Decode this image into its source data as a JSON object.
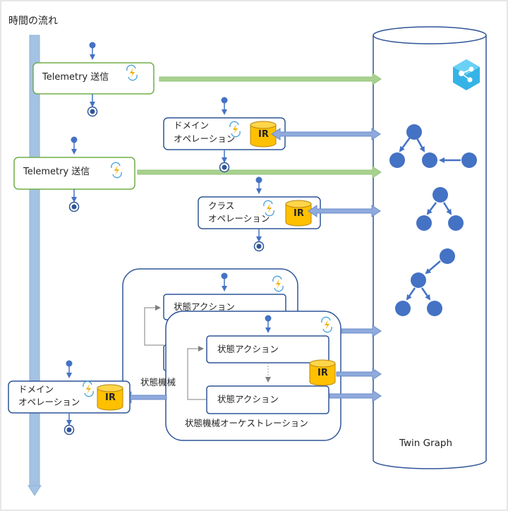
{
  "time_axis": {
    "title": "時間の流れ"
  },
  "store": {
    "label": "Twin Graph"
  },
  "telemetry_1": {
    "label": "Telemetry 送信"
  },
  "telemetry_2": {
    "label": "Telemetry 送信"
  },
  "domain_op_1": {
    "line1": "ドメイン",
    "line2": "オペレーション",
    "badge": "IR"
  },
  "class_op": {
    "line1": "クラス",
    "line2": "オペレーション",
    "badge": "IR"
  },
  "domain_op_2": {
    "line1": "ドメイン",
    "line2": "オペレーション",
    "badge": "IR"
  },
  "orchestration_back": {
    "action_label": "状態アクション",
    "title": "状態機械"
  },
  "orchestration_front": {
    "action_1": "状態アクション",
    "action_2": "状態アクション",
    "title": "状態機械オーケストレーション",
    "badge": "IR"
  },
  "colors": {
    "node": "#4472c4",
    "box_border": "#2f5597",
    "green_box_border": "#70ad47",
    "green_arrow": "#a9d18e",
    "blue_arrow": "#8faadc",
    "timeline": "#a4c2e4",
    "ir_fill": "#ffc000",
    "ir_stroke": "#b8860b"
  }
}
